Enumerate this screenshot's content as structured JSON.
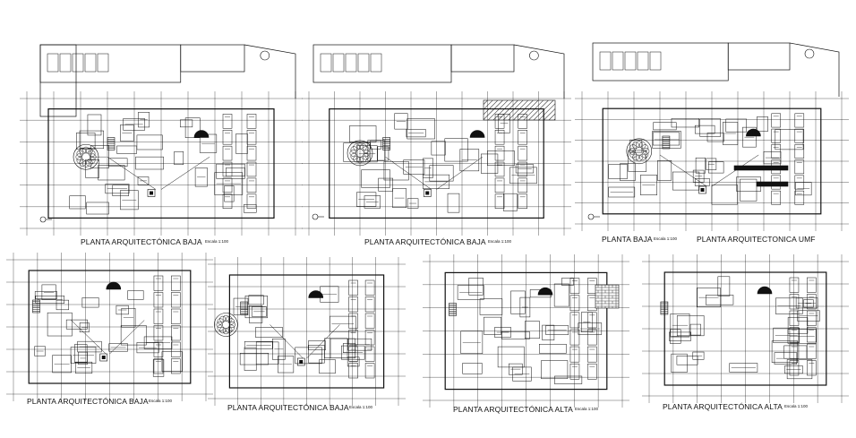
{
  "drawing": {
    "stroke_color": "#111111",
    "background": "#ffffff",
    "sheets": [
      {
        "id": "top-left",
        "title": "PLANTA ARQUITECTÓNICA BAJA",
        "scale": "Escala 1:100"
      },
      {
        "id": "top-middle",
        "title": "PLANTA ARQUITECTÓNICA BAJA",
        "scale": "Escala 1:100"
      },
      {
        "id": "top-right",
        "title": "PLANTA BAJA",
        "scale": "Escala 1:100",
        "title2": "PLANTA ARQUITECTONICA UMF"
      },
      {
        "id": "bottom-1",
        "title": "PLANTA ARQUITECTÓNICA BAJA",
        "scale": "Escala 1:100"
      },
      {
        "id": "bottom-2",
        "title": "PLANTA ARQUITECTÓNICA BAJA",
        "scale": "Escala 1:100"
      },
      {
        "id": "bottom-3",
        "title": "PLANTA ARQUITECTÓNICA ALTA",
        "scale": "Escala 1:100"
      },
      {
        "id": "bottom-4",
        "title": "PLANTA ARQUITECTÓNICA ALTA",
        "scale": "Escala 1:100"
      }
    ]
  }
}
